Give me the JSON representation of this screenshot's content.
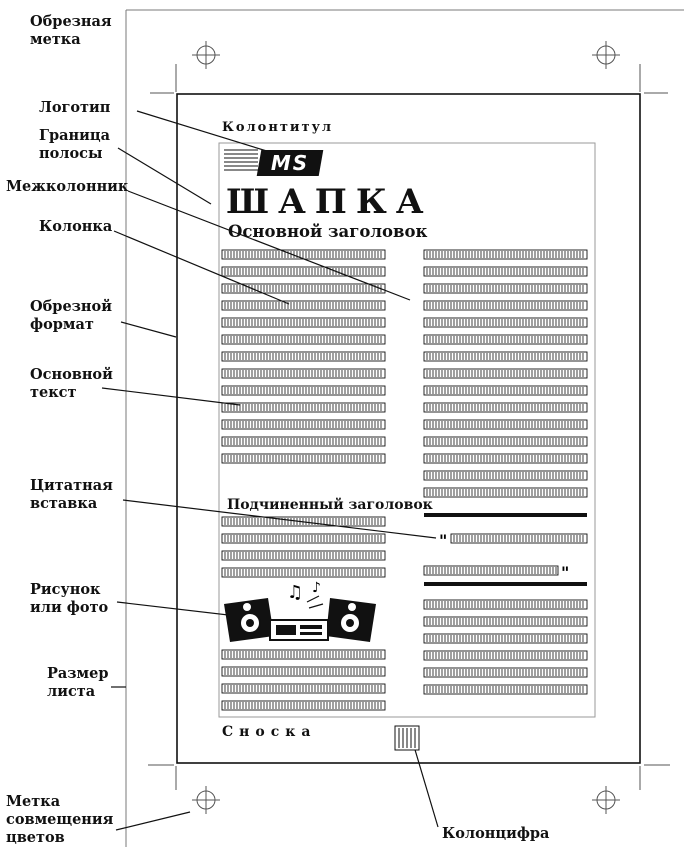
{
  "labels": {
    "trim_mark": [
      "Обрезная",
      "метка"
    ],
    "logo": [
      "Логотип"
    ],
    "type_area": [
      "Граница",
      "полосы"
    ],
    "gutter": [
      "Межколонник"
    ],
    "column": [
      "Колонка"
    ],
    "trim_size": [
      "Обрезной",
      "формат"
    ],
    "body_text": [
      "Основной",
      "текст"
    ],
    "pull_quote": [
      "Цитатная",
      "вставка"
    ],
    "picture": [
      "Рисунок",
      "или фото"
    ],
    "sheet_size": [
      "Размер",
      "листа"
    ],
    "registration_mark": [
      "Метка",
      "совмещения",
      "цветов"
    ],
    "folio": [
      "Колонцифра"
    ]
  },
  "page": {
    "running_head": "Колонтитул",
    "logo_text": "MS",
    "masthead": "ШАПКА",
    "main_headline": "Основной заголовок",
    "sub_headline": "Подчиненный заголовок",
    "footnote": "Сноска"
  },
  "colors": {
    "ink": "#111111",
    "sheet_edge": "#7a7a7a",
    "type_area": "#9a9a9a"
  }
}
